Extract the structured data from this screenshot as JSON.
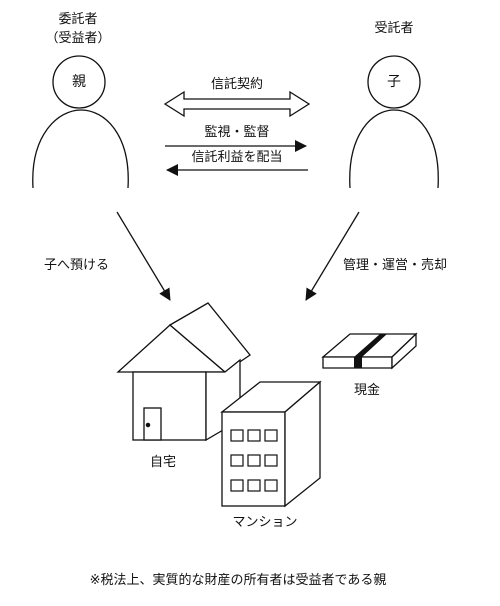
{
  "roles": {
    "settlor_line1": "委託者",
    "settlor_line2": "（受益者）",
    "trustee": "受託者"
  },
  "persons": {
    "parent": "親",
    "child": "子"
  },
  "relations": {
    "contract": "信託契約",
    "supervision": "監視・監督",
    "delivery": "信託利益を配当"
  },
  "flows": {
    "entrust": "子へ預ける",
    "manage": "管理・運営・売却"
  },
  "assets": {
    "home": "自宅",
    "cash": "現金",
    "mansion": "マンション"
  },
  "footnote": "※税法上、実質的な財産の所有者は受益者である親"
}
